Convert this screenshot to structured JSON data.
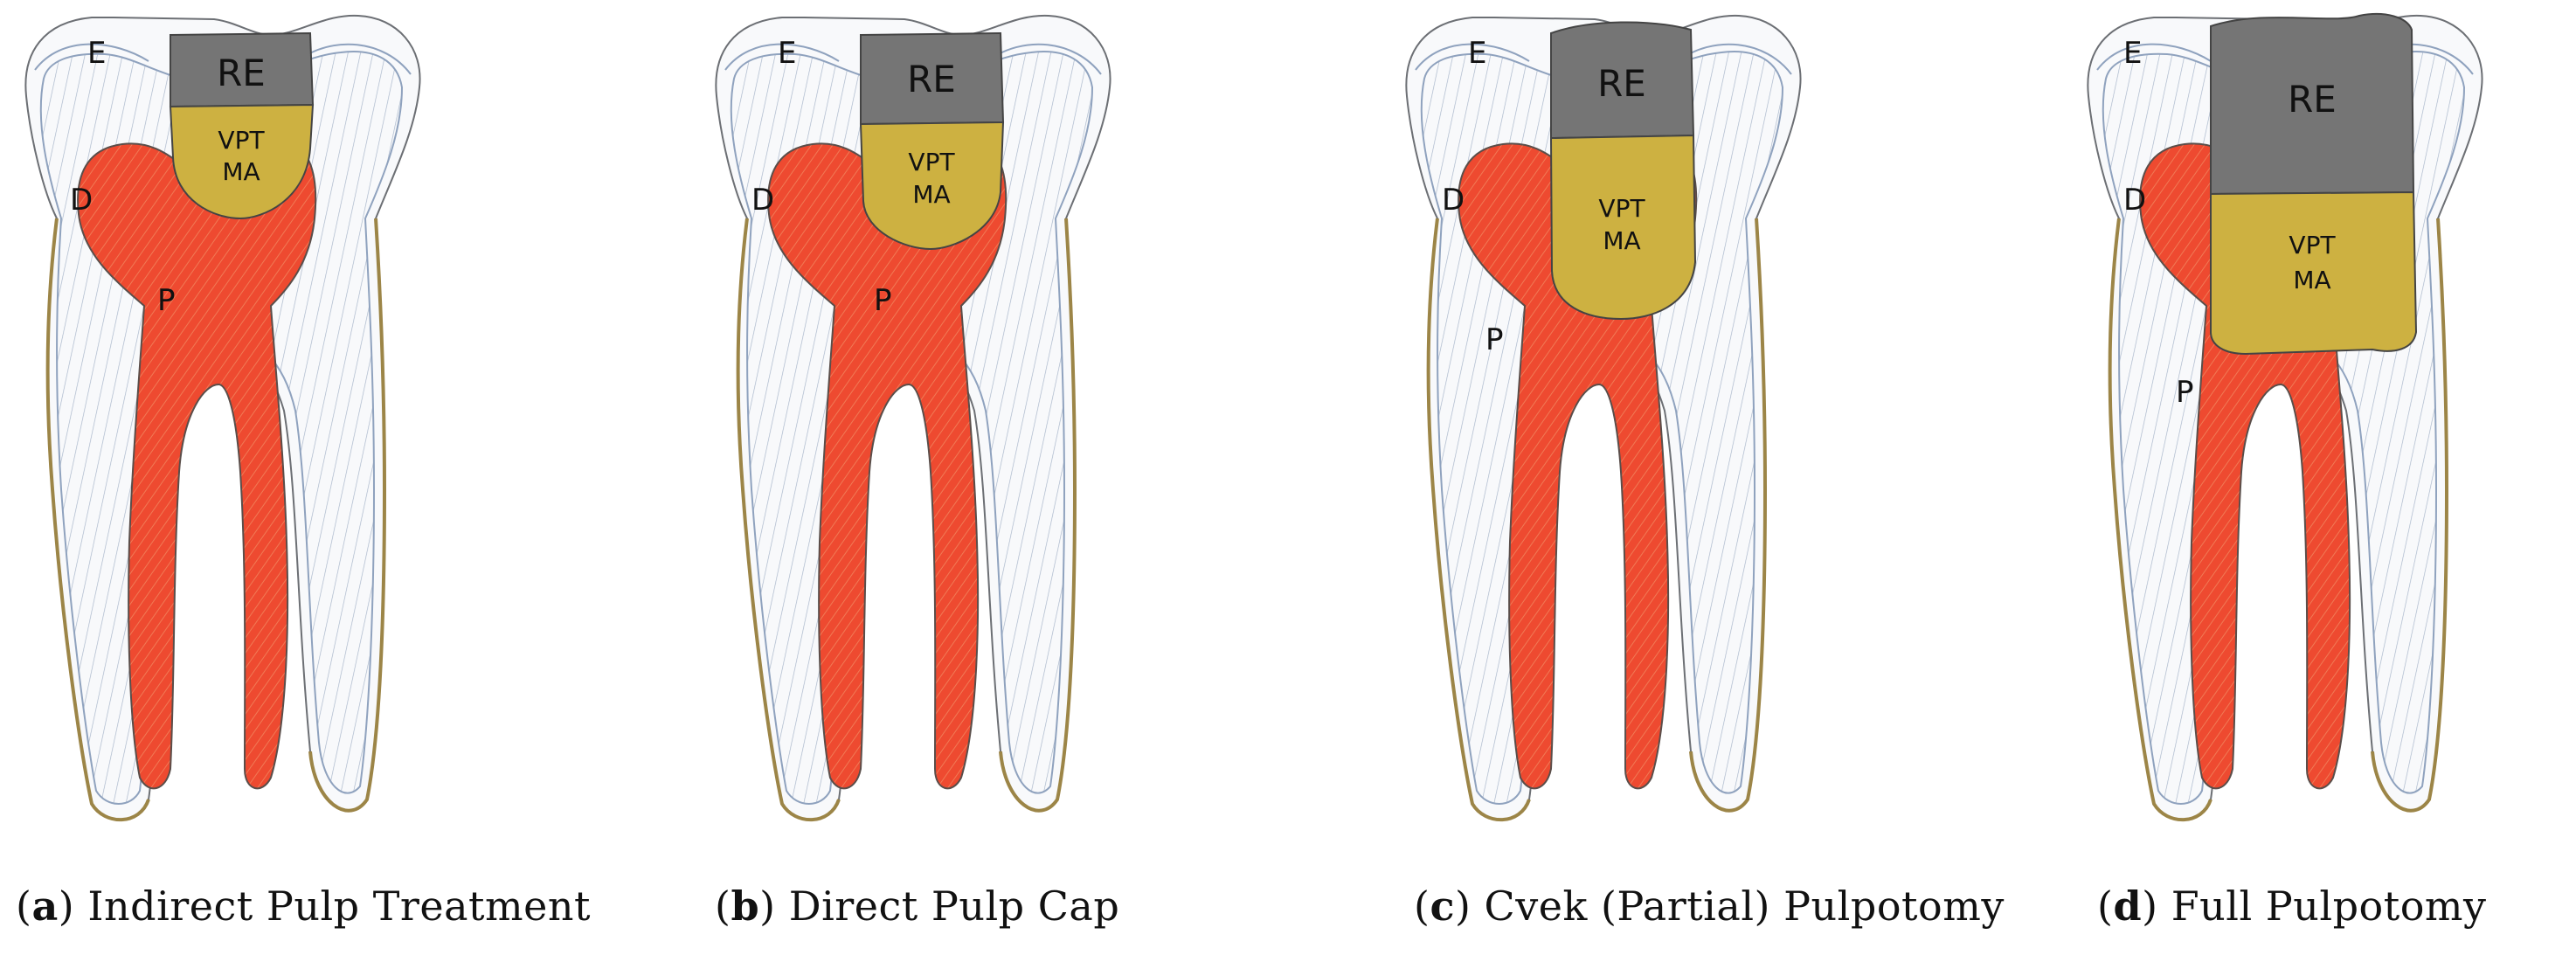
{
  "colors": {
    "restoration": "#757575",
    "vpt_material": "#CDB141",
    "pulp": "#EE4A30",
    "dentin_line": "#8FA2BE",
    "root_outline": "#9C8547"
  },
  "tooth_labels": {
    "enamel": "E",
    "dentin": "D",
    "pulp": "P"
  },
  "material_labels": {
    "restoration": "RE",
    "vpt_line1": "VPT",
    "vpt_line2": "MA"
  },
  "panels": [
    {
      "letter": "a",
      "title": "Indirect Pulp Treatment"
    },
    {
      "letter": "b",
      "title": "Direct Pulp Cap"
    },
    {
      "letter": "c",
      "title": "Cvek (Partial) Pulpotomy"
    },
    {
      "letter": "d",
      "title": "Full Pulpotomy"
    }
  ]
}
